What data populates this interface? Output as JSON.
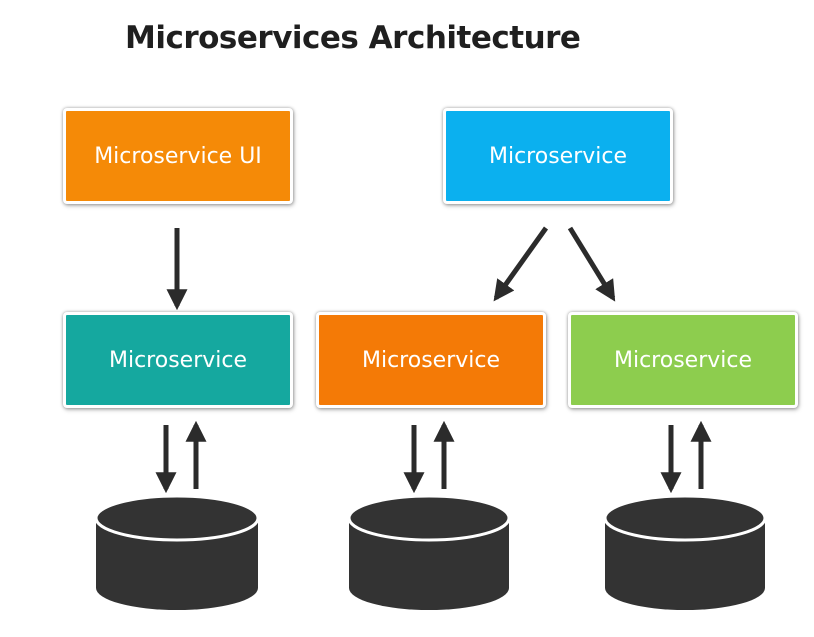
{
  "title": "Microservices Architecture",
  "nodes": {
    "ui": {
      "label": "Microservice UI",
      "color": "#f58a07"
    },
    "top": {
      "label": "Microservice",
      "color": "#0bb0ef"
    },
    "teal": {
      "label": "Microservice",
      "color": "#15a89f"
    },
    "orange": {
      "label": "Microservice",
      "color": "#f47a06"
    },
    "green": {
      "label": "Microservice",
      "color": "#8dcd4e"
    }
  },
  "database_color": "#333333",
  "arrow_color": "#2b2b2b",
  "edges": [
    {
      "from": "ui",
      "to": "teal",
      "direction": "one-way"
    },
    {
      "from": "top",
      "to": "orange",
      "direction": "one-way"
    },
    {
      "from": "top",
      "to": "green",
      "direction": "one-way"
    },
    {
      "from": "teal",
      "to": "database-1",
      "direction": "two-way"
    },
    {
      "from": "orange",
      "to": "database-2",
      "direction": "two-way"
    },
    {
      "from": "green",
      "to": "database-3",
      "direction": "two-way"
    }
  ]
}
